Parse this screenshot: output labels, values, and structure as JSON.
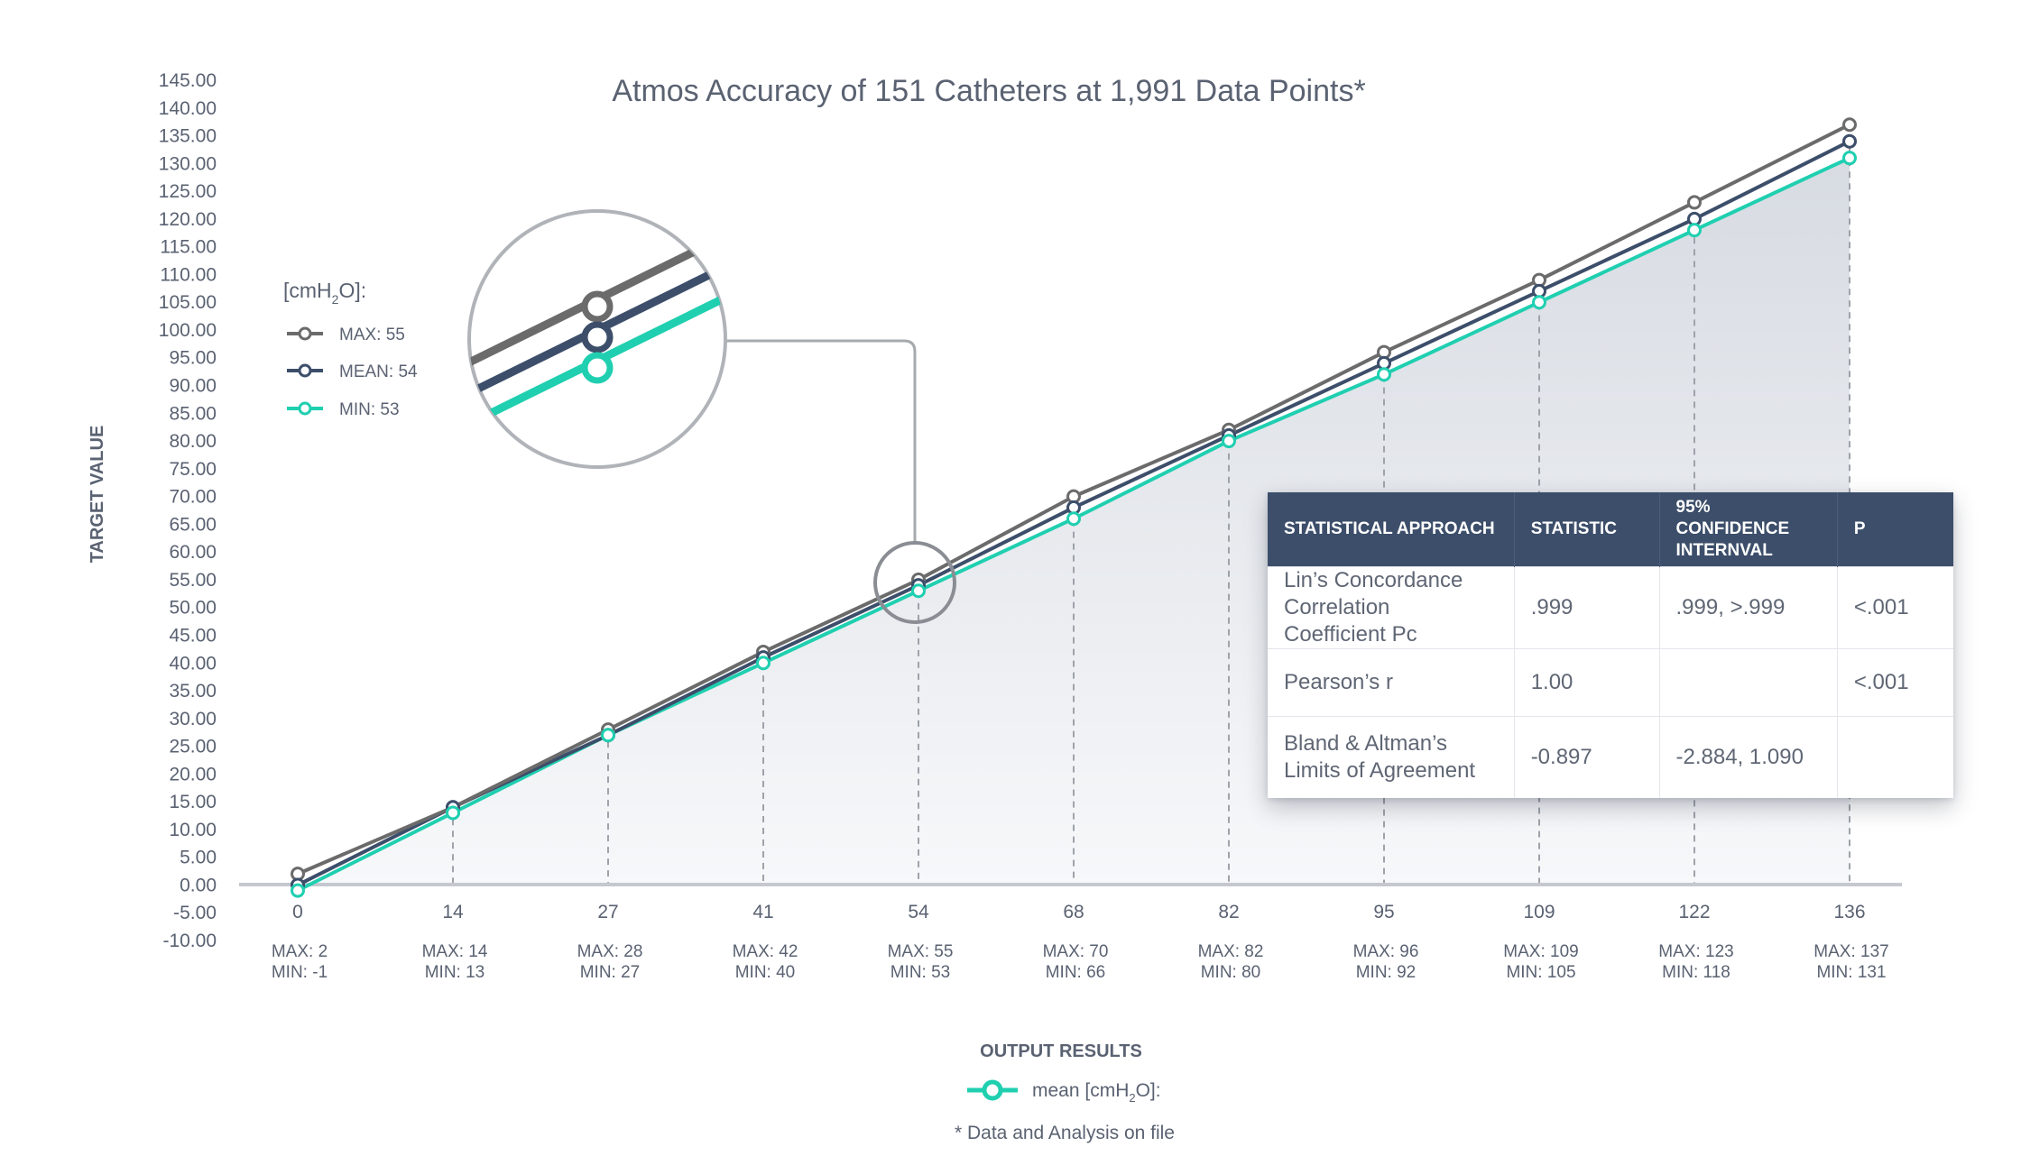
{
  "chart_data": {
    "type": "line",
    "title": "Atmos Accuracy of 151 Catheters at 1,991 Data Points*",
    "xlabel": "OUTPUT RESULTS",
    "ylabel": "TARGET VALUE",
    "ylim": [
      -10,
      145
    ],
    "y_ticks": [
      "145.00",
      "140.00",
      "135.00",
      "130.00",
      "125.00",
      "120.00",
      "115.00",
      "110.00",
      "105.00",
      "100.00",
      "95.00",
      "90.00",
      "85.00",
      "80.00",
      "75.00",
      "70.00",
      "65.00",
      "60.00",
      "55.00",
      "50.00",
      "45.00",
      "40.00",
      "35.00",
      "30.00",
      "25.00",
      "20.00",
      "15.00",
      "10.00",
      "5.00",
      "0.00",
      "-5.00",
      "-10.00"
    ],
    "x": [
      0,
      14,
      27,
      41,
      54,
      68,
      82,
      95,
      109,
      122,
      136
    ],
    "x_tick_labels": [
      "0",
      "14",
      "27",
      "41",
      "54",
      "68",
      "82",
      "95",
      "109",
      "122",
      "136"
    ],
    "max_labels": [
      "MAX: 2",
      "MAX: 14",
      "MAX: 28",
      "MAX: 42",
      "MAX: 55",
      "MAX: 70",
      "MAX: 82",
      "MAX: 96",
      "MAX: 109",
      "MAX: 123",
      "MAX: 137"
    ],
    "min_labels": [
      "MIN: -1",
      "MIN: 13",
      "MIN: 27",
      "MIN: 40",
      "MIN: 53",
      "MIN: 66",
      "MIN: 80",
      "MIN: 92",
      "MIN: 105",
      "MIN: 118",
      "MIN: 131"
    ],
    "series": [
      {
        "name": "MAX",
        "values": [
          2,
          14,
          28,
          42,
          55,
          70,
          82,
          96,
          109,
          123,
          137
        ],
        "color": "#6b6b6b"
      },
      {
        "name": "MEAN",
        "values": [
          0,
          14,
          27,
          41,
          54,
          68,
          81,
          94,
          107,
          120,
          134
        ],
        "color": "#3c4e6a"
      },
      {
        "name": "MIN",
        "values": [
          -1,
          13,
          27,
          40,
          53,
          66,
          80,
          92,
          105,
          118,
          131
        ],
        "color": "#1fcfb0"
      }
    ],
    "legend": {
      "title": "[cmH",
      "title_sub": "2",
      "title_end": "O]:",
      "items": [
        "MAX: 55",
        "MEAN: 54",
        "MIN: 53"
      ],
      "placement": "top-left"
    },
    "zoom_highlight_x": 54,
    "bottom_legend": {
      "label": "mean [cmH",
      "label_sub": "2",
      "label_end": "O]:"
    },
    "footnote": "* Data and Analysis on file",
    "grid": false
  },
  "stats_table": {
    "headers": [
      "STATISTICAL APPROACH",
      "STATISTIC",
      "95% CONFIDENCE INTERNVAL",
      "P"
    ],
    "rows": [
      [
        "Lin’s Concordance Correlation Coefficient Pc",
        ".999",
        ".999, >.999",
        "<.001"
      ],
      [
        "Pearson’s r",
        "1.00",
        "",
        "<.001"
      ],
      [
        "Bland & Altman’s Limits of Agreement",
        "-0.897",
        "-2.884, 1.090",
        ""
      ]
    ]
  }
}
